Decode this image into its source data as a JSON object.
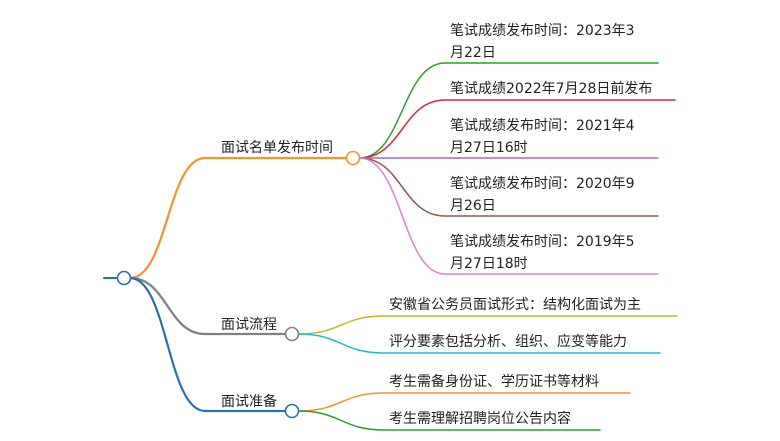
{
  "mindmap": {
    "branches": [
      {
        "label": "面试名单发布时间",
        "color": "#F7922E",
        "children": [
          {
            "lines": [
              "笔试成绩发布时间：2023年3",
              "月22日"
            ],
            "color": "#2E9E2E"
          },
          {
            "lines": [
              "笔试成绩2022年7月28日前发布"
            ],
            "color": "#D42B3A"
          },
          {
            "lines": [
              "笔试成绩发布时间：2021年4",
              "月27日16时"
            ],
            "color": "#A36BC3"
          },
          {
            "lines": [
              "笔试成绩发布时间：2020年9",
              "月26日"
            ],
            "color": "#8B5A4A"
          },
          {
            "lines": [
              "笔试成绩发布时间：2019年5",
              "月27日18时"
            ],
            "color": "#E57EC8"
          }
        ]
      },
      {
        "label": "面试流程",
        "color": "#808080",
        "children": [
          {
            "lines": [
              "安徽省公务员面试形式：结构化面试为主"
            ],
            "color": "#B5BC2A"
          },
          {
            "lines": [
              "评分要素包括分析、组织、应变等能力"
            ],
            "color": "#22B8C9"
          }
        ]
      },
      {
        "label": "面试准备",
        "color": "#2A6FB0",
        "children": [
          {
            "lines": [
              "考生需备身份证、学历证书等材料"
            ],
            "color": "#F7922E"
          },
          {
            "lines": [
              "考生需理解招聘岗位公告内容"
            ],
            "color": "#2E9E2E"
          }
        ]
      }
    ]
  }
}
